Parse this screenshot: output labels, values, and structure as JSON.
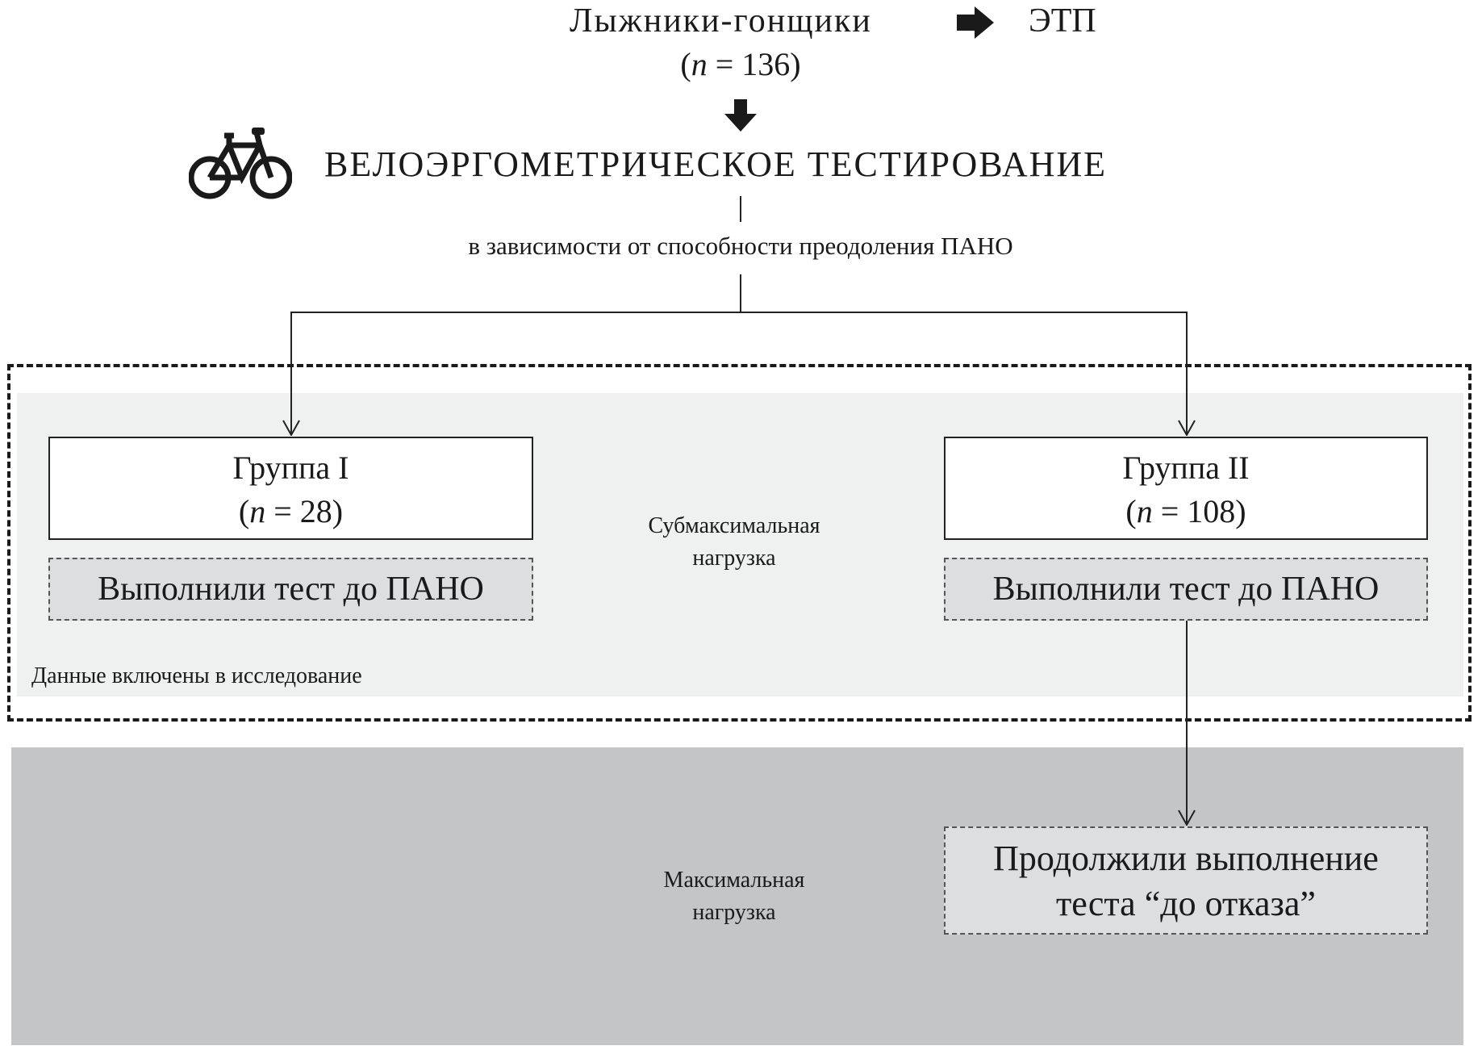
{
  "header": {
    "source_label": "Лыжники-гонщики",
    "target_label": "ЭТП",
    "sample_prefix": "(",
    "sample_n": "n",
    "sample_rest": " = 136)"
  },
  "test_title": "ВЕЛОЭРГОМЕТРИЧЕСКОЕ ТЕСТИРОВАНИЕ",
  "split_criterion": "в зависимости от способности преодоления ПАНО",
  "groups": [
    {
      "title": "Группа I",
      "n_prefix": "(",
      "n_var": "n",
      "n_rest": " = 28)",
      "result": "Выполнили тест до ПАНО"
    },
    {
      "title": "Группа II",
      "n_prefix": "(",
      "n_var": "n",
      "n_rest": " = 108)",
      "result": "Выполнили тест до ПАНО"
    }
  ],
  "submax_label": [
    "Субмаксимальная",
    "нагрузка"
  ],
  "included_label": "Данные включены в исследование",
  "max_label": [
    "Максимальная",
    "нагрузка"
  ],
  "continued": [
    "Продолжили выполнение",
    "теста “до отказа”"
  ],
  "colors": {
    "included_bg": "#eff0f0",
    "max_bg": "#c4c5c7",
    "result_bg": "#dcdedf"
  }
}
